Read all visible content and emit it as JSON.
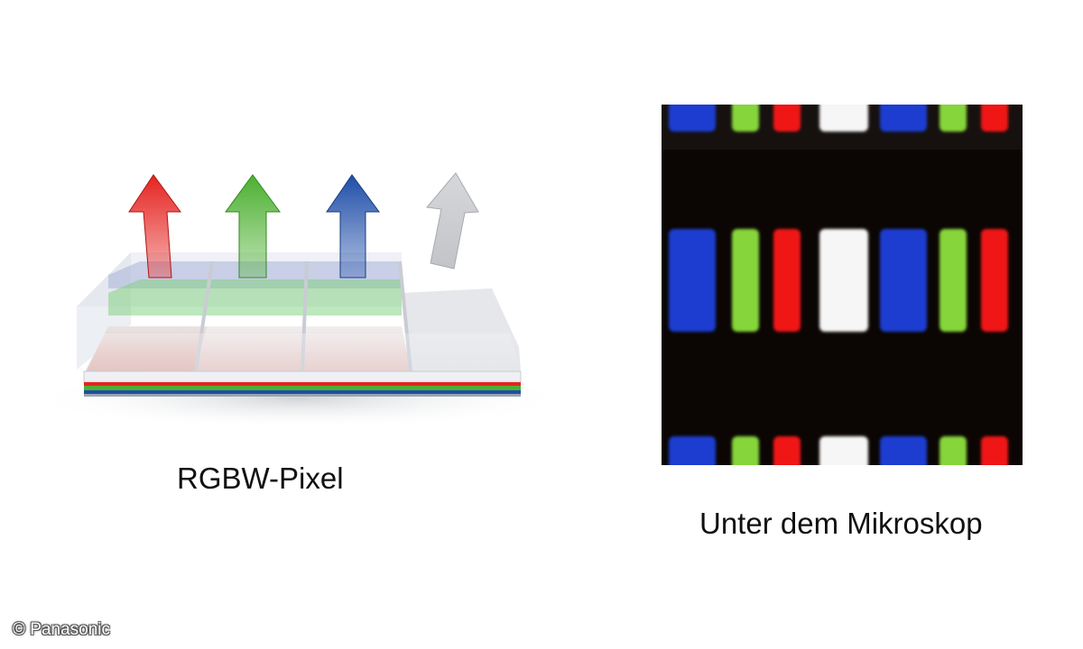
{
  "captions": {
    "left": "RGBW-Pixel",
    "right": "Unter dem Mikroskop"
  },
  "copyright": "© Panasonic",
  "colors": {
    "red": "#e52420",
    "green": "#4cb030",
    "blue": "#1f4ea8",
    "white": "#d8d8da",
    "micro_background": "#0b0604",
    "micro_red": "#f01818",
    "micro_green": "#86d63a",
    "micro_blue": "#1a3ed0",
    "micro_white": "#f6f6f6"
  },
  "illustration": {
    "subpixels": [
      "red",
      "green",
      "blue",
      "white"
    ],
    "icons": [
      "red-arrow-icon",
      "green-arrow-icon",
      "blue-arrow-icon",
      "white-arrow-icon"
    ]
  },
  "microscope": {
    "pattern": [
      "blue",
      "green",
      "red",
      "white",
      "blue",
      "green",
      "red"
    ],
    "rows": 3
  }
}
